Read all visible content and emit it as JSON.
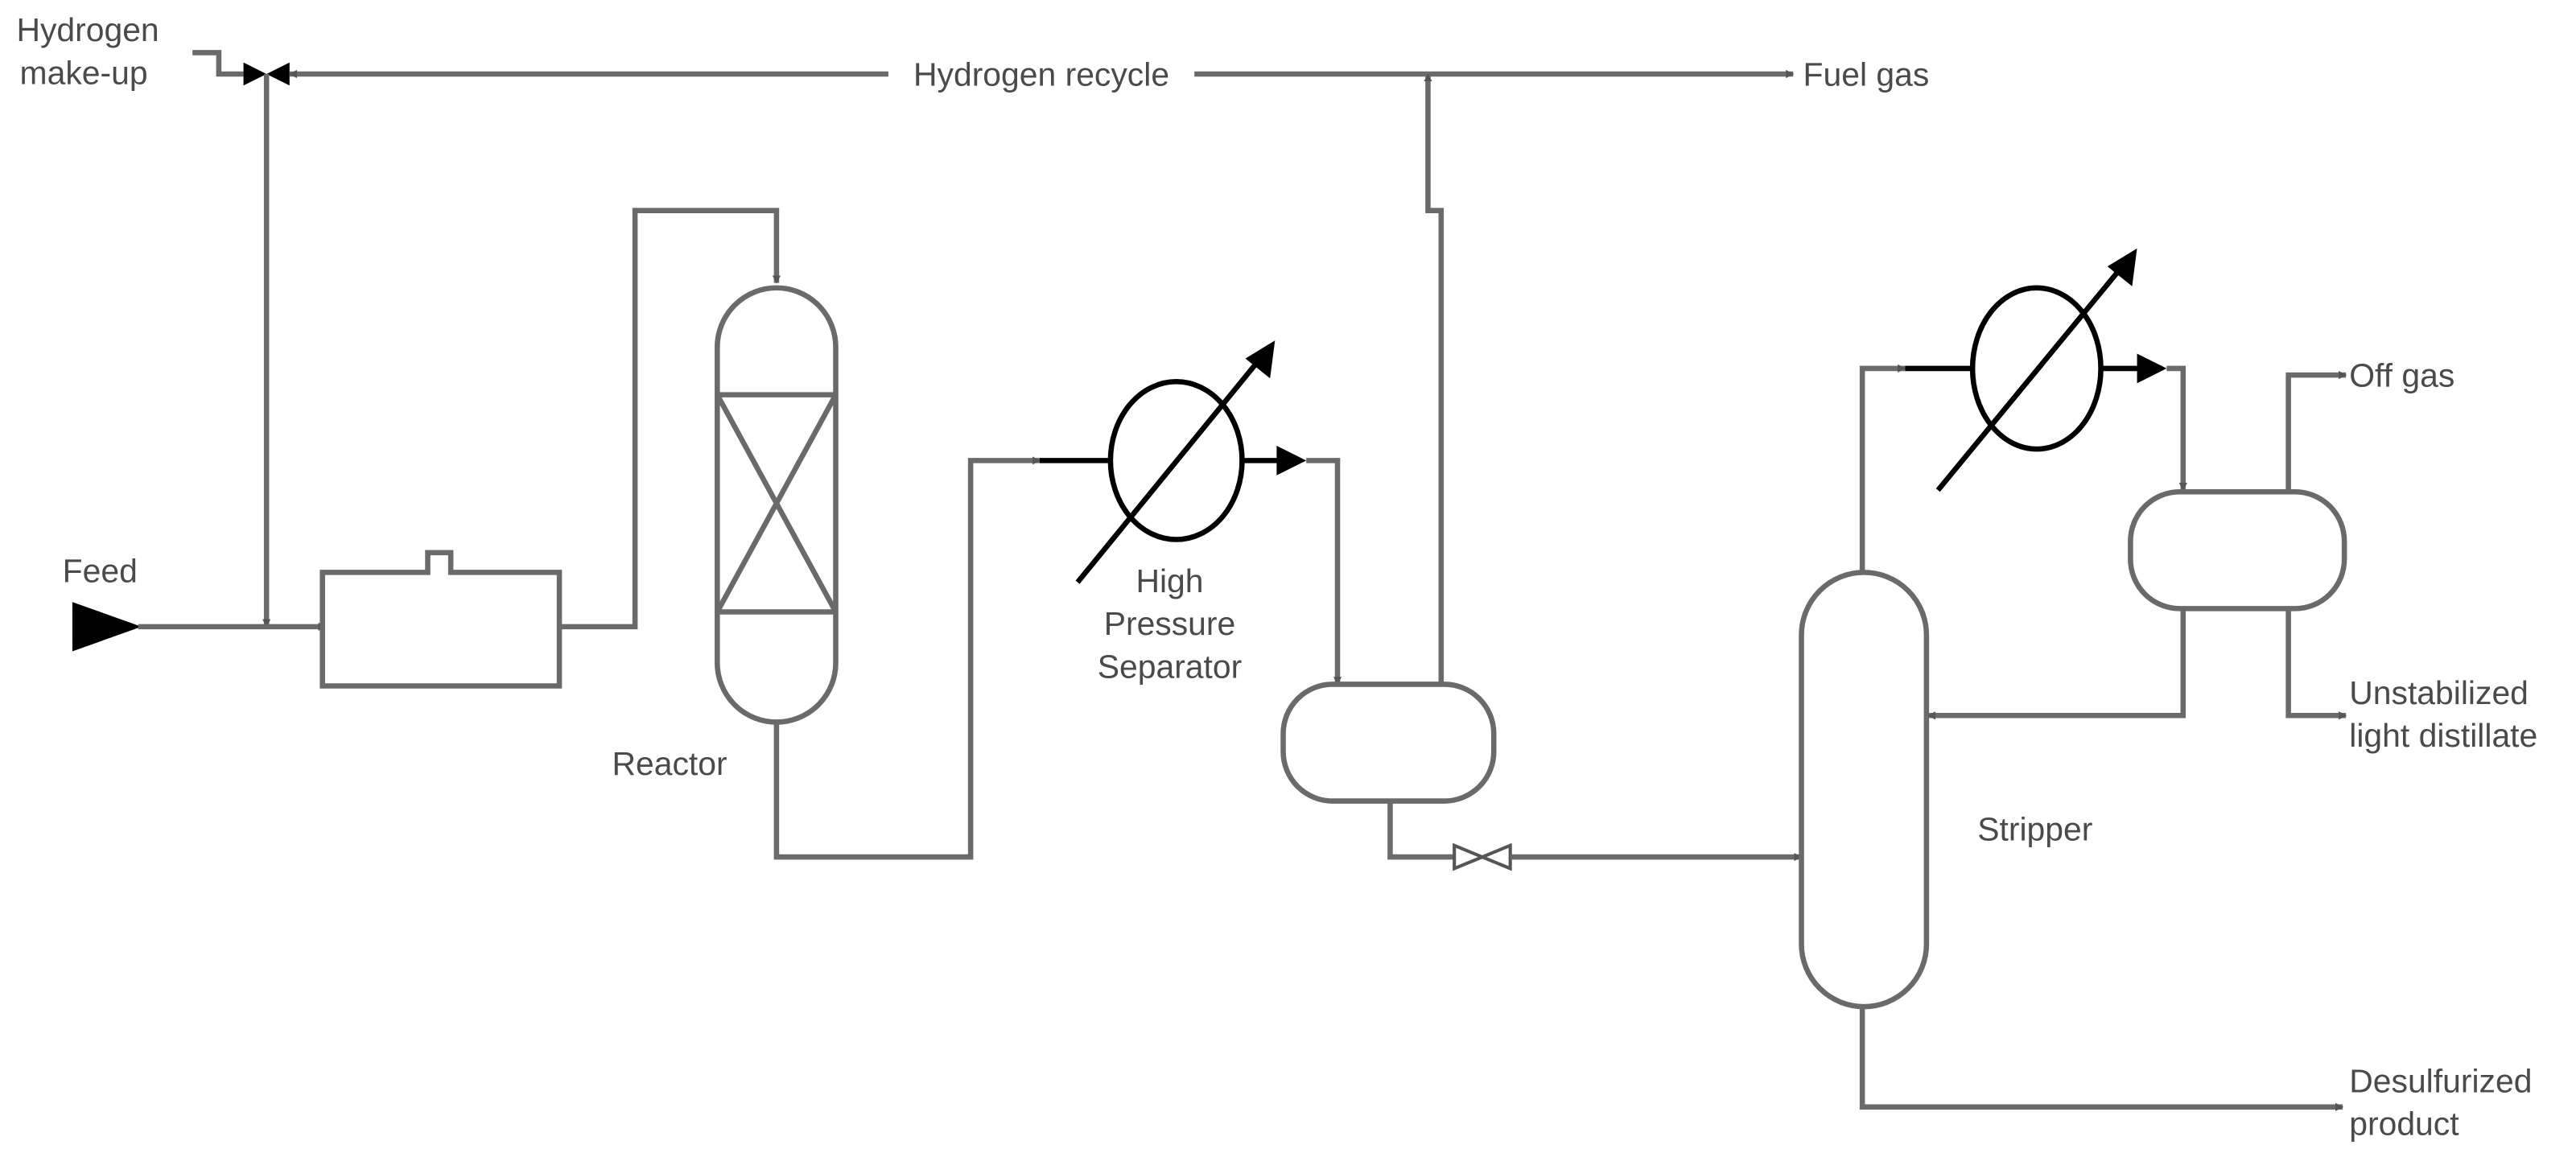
{
  "labels": {
    "hydrogen_makeup_1": "Hydrogen",
    "hydrogen_makeup_2": "make-up",
    "hydrogen_recycle": "Hydrogen recycle",
    "fuel_gas": "Fuel gas",
    "feed": "Feed",
    "reactor": "Reactor",
    "hps_1": "High",
    "hps_2": "Pressure",
    "hps_3": "Separator",
    "stripper": "Stripper",
    "off_gas": "Off gas",
    "unstab_1": "Unstabilized",
    "unstab_2": "light distillate",
    "product_1": "Desulfurized",
    "product_2": "product"
  },
  "colors": {
    "line": "#6a6a6a",
    "text": "#4a4a4a",
    "symbol": "#000000"
  }
}
